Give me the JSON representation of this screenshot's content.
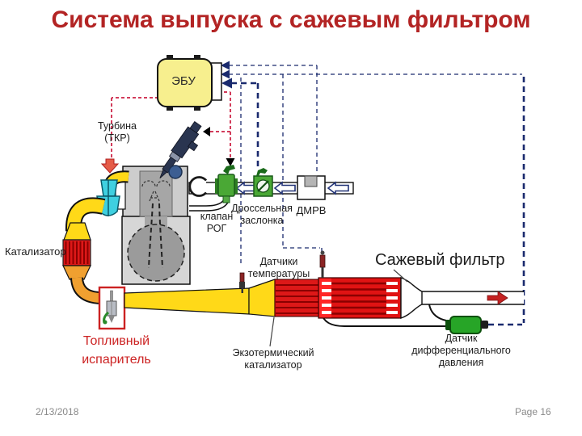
{
  "title": "Система выпуска с сажевым фильтром",
  "footer": {
    "date": "2/13/2018",
    "page": "Page 16"
  },
  "components": {
    "ecu": "ЭБУ",
    "turbine": "Турбина\n(ТКР)",
    "catalyst": "Катализатор",
    "egr_valve": "клапан\nРОГ",
    "throttle": "Дроссельная\nзаслонка",
    "maf_sensor": "ДМРВ",
    "temp_sensors": "Датчики\nтемпературы",
    "particulate_filter": "Сажевый фильтр",
    "fuel_vaporizer": "Топливный\nиспаритель",
    "exothermic_catalyst": "Экзотермический\nкатализатор",
    "diff_pressure_sensor": "Датчик\nдифференциального\nдавления"
  },
  "icons": {
    "flow_arrow_intake": "arrow-left-icon",
    "flow_arrow_exhaust": "arrow-right-icon",
    "control_arrow": "arrow-icon"
  },
  "colors": {
    "title_red": "#b32424",
    "label_red": "#cc2222",
    "signal_red": "#d23b5a",
    "signal_navy": "#1a2a6e",
    "pipe_yellow": "#ffd918",
    "pipe_orange": "#f0a030",
    "catalyst_red": "#dd1818",
    "stripe_dark_red": "#8b0000",
    "turbo_cyan": "#3fd0e0",
    "valve_green": "#4aa835",
    "sensor_green": "#27a527",
    "engine_gray": "#cdcdcd",
    "footer_gray": "#8a8a8a"
  }
}
